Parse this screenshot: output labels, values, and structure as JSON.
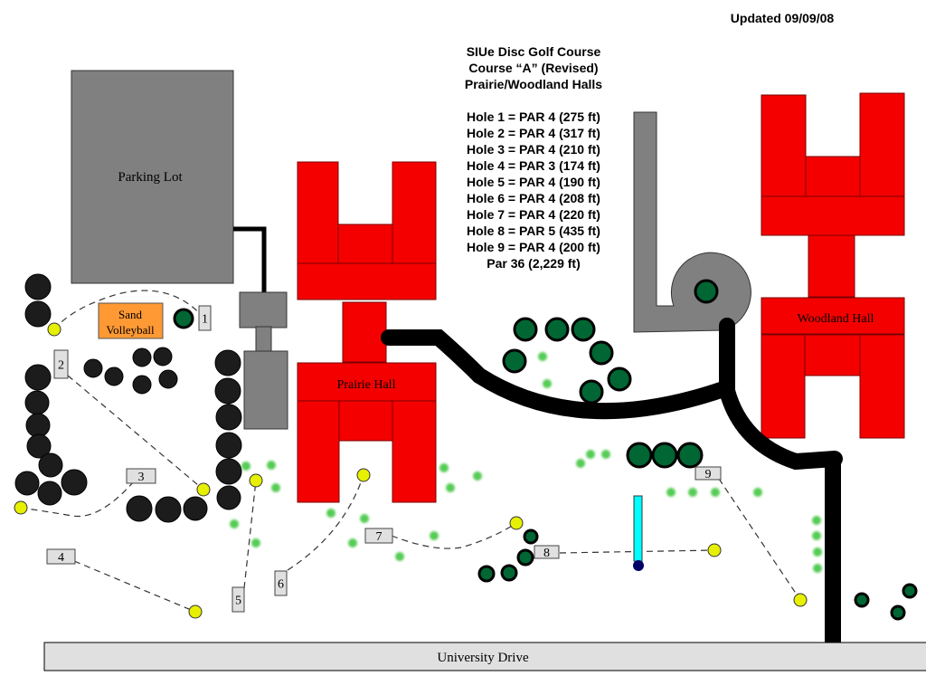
{
  "header": {
    "updated": "Updated 09/09/08",
    "title_lines": [
      "SIUe Disc Golf Course",
      "Course “A” (Revised)",
      "Prairie/Woodland Halls"
    ]
  },
  "holes": [
    {
      "hole": 1,
      "par": 4,
      "distance_ft": 275,
      "text": "Hole 1 = PAR 4 (275 ft)"
    },
    {
      "hole": 2,
      "par": 4,
      "distance_ft": 317,
      "text": "Hole 2 = PAR 4 (317 ft)"
    },
    {
      "hole": 3,
      "par": 4,
      "distance_ft": 210,
      "text": "Hole 3 = PAR 4 (210 ft)"
    },
    {
      "hole": 4,
      "par": 3,
      "distance_ft": 174,
      "text": "Hole 4 = PAR 3 (174 ft)"
    },
    {
      "hole": 5,
      "par": 4,
      "distance_ft": 190,
      "text": "Hole 5 = PAR 4 (190 ft)"
    },
    {
      "hole": 6,
      "par": 4,
      "distance_ft": 208,
      "text": "Hole 6 = PAR 4 (208 ft)"
    },
    {
      "hole": 7,
      "par": 4,
      "distance_ft": 220,
      "text": "Hole 7 = PAR 4 (220 ft)"
    },
    {
      "hole": 8,
      "par": 5,
      "distance_ft": 435,
      "text": "Hole 8 = PAR 5 (435 ft)"
    },
    {
      "hole": 9,
      "par": 4,
      "distance_ft": 200,
      "text": "Hole 9 = PAR 4 (200 ft)"
    }
  ],
  "total": {
    "par": 36,
    "distance_ft": 2229,
    "text": "Par 36 (2,229 ft)"
  },
  "labels": {
    "parking_lot": "Parking Lot",
    "sand_volleyball_1": "Sand",
    "sand_volleyball_2": "Volleyball",
    "prairie_hall": "Prairie Hall",
    "woodland_hall": "Woodland Hall",
    "university_drive": "University Drive"
  },
  "tee_labels": [
    "1",
    "2",
    "3",
    "4",
    "5",
    "6",
    "7",
    "8",
    "9"
  ],
  "colors": {
    "building": "#f50000",
    "pavement": "#808080",
    "road": "#000000",
    "tree_dark": "#1c1c1c",
    "tree_green": "#006633",
    "shrub": "#55cc55",
    "basket": "#e6f000",
    "tee_box": "#e0e0e0",
    "sand": "#ff9933",
    "pole": "#00ffff",
    "pole_base": "#000066"
  }
}
